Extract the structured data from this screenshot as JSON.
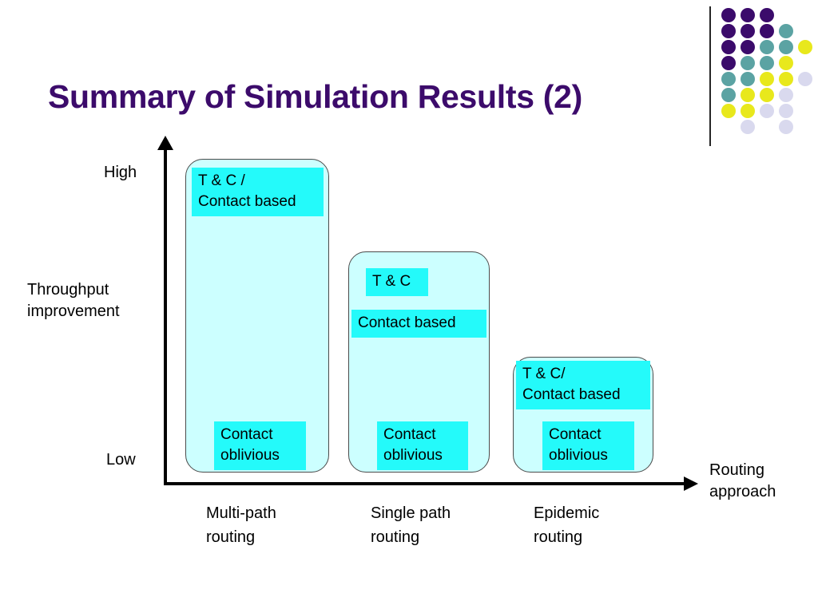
{
  "slide": {
    "title": "Summary of Simulation Results (2)",
    "title_color": "#3C0B6B",
    "background_color": "#FFFFFF"
  },
  "logo": {
    "name": "dot-matrix-logo",
    "colors": {
      "purple": "#3B0B6B",
      "teal": "#5BA3A3",
      "yellow": "#E8E81C",
      "lavender": "#D9D9EE"
    },
    "dots": [
      {
        "row": 0,
        "col": 0,
        "color": "#3B0B6B"
      },
      {
        "row": 0,
        "col": 1,
        "color": "#3B0B6B"
      },
      {
        "row": 0,
        "col": 2,
        "color": "#3B0B6B"
      },
      {
        "row": 1,
        "col": 0,
        "color": "#3B0B6B"
      },
      {
        "row": 1,
        "col": 1,
        "color": "#3B0B6B"
      },
      {
        "row": 1,
        "col": 2,
        "color": "#3B0B6B"
      },
      {
        "row": 1,
        "col": 3,
        "color": "#5BA3A3"
      },
      {
        "row": 2,
        "col": 0,
        "color": "#3B0B6B"
      },
      {
        "row": 2,
        "col": 1,
        "color": "#3B0B6B"
      },
      {
        "row": 2,
        "col": 2,
        "color": "#5BA3A3"
      },
      {
        "row": 2,
        "col": 3,
        "color": "#5BA3A3"
      },
      {
        "row": 2,
        "col": 4,
        "color": "#E8E81C"
      },
      {
        "row": 3,
        "col": 0,
        "color": "#3B0B6B"
      },
      {
        "row": 3,
        "col": 1,
        "color": "#5BA3A3"
      },
      {
        "row": 3,
        "col": 2,
        "color": "#5BA3A3"
      },
      {
        "row": 3,
        "col": 3,
        "color": "#E8E81C"
      },
      {
        "row": 4,
        "col": 0,
        "color": "#5BA3A3"
      },
      {
        "row": 4,
        "col": 1,
        "color": "#5BA3A3"
      },
      {
        "row": 4,
        "col": 2,
        "color": "#E8E81C"
      },
      {
        "row": 4,
        "col": 3,
        "color": "#E8E81C"
      },
      {
        "row": 4,
        "col": 4,
        "color": "#D9D9EE"
      },
      {
        "row": 5,
        "col": 0,
        "color": "#5BA3A3"
      },
      {
        "row": 5,
        "col": 1,
        "color": "#E8E81C"
      },
      {
        "row": 5,
        "col": 2,
        "color": "#E8E81C"
      },
      {
        "row": 5,
        "col": 3,
        "color": "#D9D9EE"
      },
      {
        "row": 6,
        "col": 0,
        "color": "#E8E81C"
      },
      {
        "row": 6,
        "col": 1,
        "color": "#E8E81C"
      },
      {
        "row": 6,
        "col": 2,
        "color": "#D9D9EE"
      },
      {
        "row": 6,
        "col": 3,
        "color": "#D9D9EE"
      },
      {
        "row": 7,
        "col": 1,
        "color": "#D9D9EE"
      },
      {
        "row": 7,
        "col": 3,
        "color": "#D9D9EE"
      }
    ]
  },
  "chart_data": {
    "type": "bar",
    "title": "Summary of Simulation Results (2)",
    "xlabel": "Routing\napproach",
    "ylabel": "Throughput\nimprovement",
    "categories": [
      "Multi-path\nrouting",
      "Single path\nrouting",
      "Epidemic\nrouting"
    ],
    "ytick_labels": [
      "High",
      "Low"
    ],
    "ylim": [
      "Low",
      "High"
    ],
    "grid": false,
    "legend": "none",
    "values": [
      0.92,
      0.64,
      0.34
    ],
    "value_note": "Relative bar heights on the qualitative Low-to-High throughput-improvement axis",
    "bar_fill_color": "#CCFFFF",
    "bar_border_color": "#4A4A4A",
    "segment_color": "#24FAFA",
    "bars": [
      {
        "category": "Multi-path\nrouting",
        "height_fraction": 0.92,
        "segments": [
          {
            "label": "T & C /\nContact based",
            "position": "top"
          },
          {
            "label": "Contact\noblivious",
            "position": "bottom"
          }
        ]
      },
      {
        "category": "Single path\nrouting",
        "height_fraction": 0.64,
        "segments": [
          {
            "label": "T & C",
            "position": "top"
          },
          {
            "label": "Contact based",
            "position": "middle"
          },
          {
            "label": "Contact\noblivious",
            "position": "bottom"
          }
        ]
      },
      {
        "category": "Epidemic\nrouting",
        "height_fraction": 0.34,
        "segments": [
          {
            "label": "T & C/\nContact based",
            "position": "top"
          },
          {
            "label": "Contact\noblivious",
            "position": "bottom"
          }
        ]
      }
    ]
  }
}
